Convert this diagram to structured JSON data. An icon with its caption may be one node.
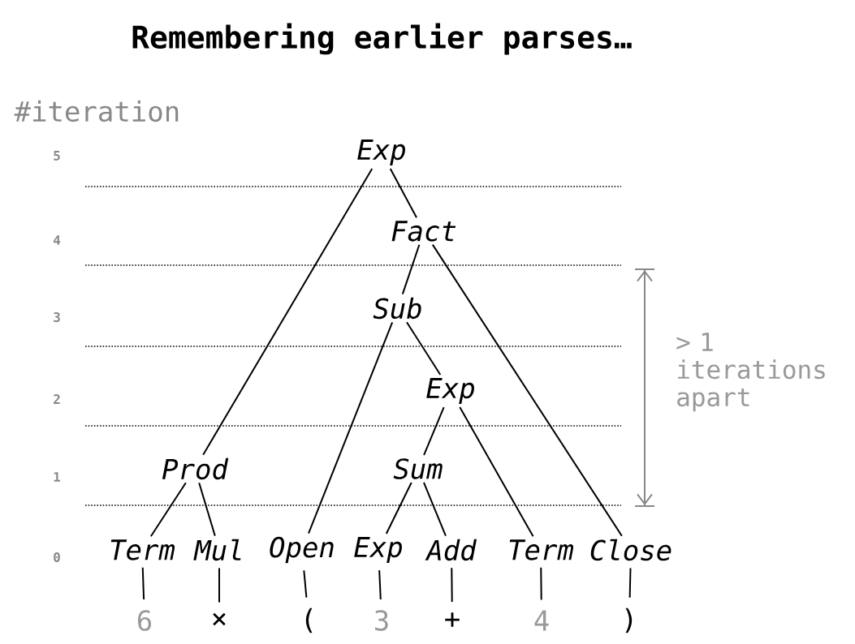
{
  "diagram": {
    "title": "Remembering earlier parses…",
    "nodes": [
      {
        "text": [
          "Exp"
        ]
      },
      {
        "text": [
          "Fact"
        ]
      },
      {
        "text": [
          "Sub"
        ]
      },
      {
        "text": [
          "Exp"
        ]
      },
      {
        "text": [
          "Prod"
        ]
      },
      {
        "text": [
          "Sum"
        ]
      },
      {
        "text": [
          "Term"
        ]
      },
      {
        "text": [
          "Mul"
        ]
      },
      {
        "text": [
          "Open"
        ]
      },
      {
        "text": [
          "Exp"
        ]
      },
      {
        "text": [
          "Add"
        ]
      },
      {
        "text": [
          "Term"
        ]
      },
      {
        "text": [
          "Close"
        ]
      },
      {
        "text": [
          "6"
        ]
      },
      {
        "text": [
          "×"
        ]
      },
      {
        "text": [
          "("
        ]
      },
      {
        "text": [
          "3"
        ]
      },
      {
        "text": [
          "+"
        ]
      },
      {
        "text": [
          "4"
        ]
      },
      {
        "text": [
          ")"
        ]
      }
    ],
    "edges": [
      {
        "from": 0,
        "to": 4,
        "arrow": "none"
      },
      {
        "from": 0,
        "to": 1,
        "arrow": "none"
      },
      {
        "from": 1,
        "to": 2,
        "arrow": "none"
      },
      {
        "from": 1,
        "to": 12,
        "arrow": "none"
      },
      {
        "from": 2,
        "to": 8,
        "arrow": "none"
      },
      {
        "from": 2,
        "to": 3,
        "arrow": "none"
      },
      {
        "from": 3,
        "to": 5,
        "arrow": "none"
      },
      {
        "from": 3,
        "to": 11,
        "arrow": "none"
      },
      {
        "from": 4,
        "to": 6,
        "arrow": "none"
      },
      {
        "from": 4,
        "to": 7,
        "arrow": "none"
      },
      {
        "from": 5,
        "to": 9,
        "arrow": "none"
      },
      {
        "from": 5,
        "to": 10,
        "arrow": "none"
      },
      {
        "from": 6,
        "to": 13,
        "arrow": "none"
      },
      {
        "from": 7,
        "to": 14,
        "arrow": "none"
      },
      {
        "from": 8,
        "to": 15,
        "arrow": "none"
      },
      {
        "from": 9,
        "to": 16,
        "arrow": "none"
      },
      {
        "from": 10,
        "to": 17,
        "arrow": "none"
      },
      {
        "from": 11,
        "to": 18,
        "arrow": "none"
      },
      {
        "from": 12,
        "to": 19,
        "arrow": "none"
      }
    ],
    "labels": [
      "#iteration",
      "5",
      "4",
      "3",
      "2",
      "1",
      "0",
      "> 1 iterations apart"
    ]
  }
}
